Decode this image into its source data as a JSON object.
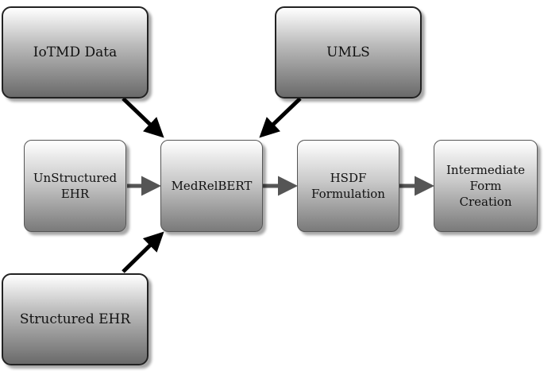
{
  "nodes": {
    "iotmd": "IoTMD Data",
    "umls": "UMLS",
    "unstructured": "UnStructured\nEHR",
    "medrelbert": "MedRelBERT",
    "hsdf": "HSDF\nFormulation",
    "intermediate": "Intermediate\nForm\nCreation",
    "structured": "Structured EHR"
  },
  "colors": {
    "border_dark": "#222222",
    "arrow_black": "#000000",
    "arrow_gray": "#555555",
    "gradient_top": "#ffffff",
    "gradient_bottom": "#6a6a6a"
  }
}
